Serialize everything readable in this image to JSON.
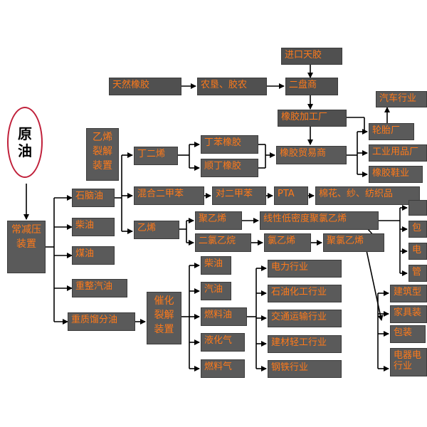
{
  "nodes": {
    "crude": "原油",
    "atm_distill": "常减压装置",
    "naphtha": "石脑油",
    "diesel": "柴油",
    "kerosene": "煤油",
    "reformed_gasoline": "重整汽油",
    "heavy_distillate": "重质馏分油",
    "ethylene_cracker": "乙烯裂解装置",
    "butadiene": "丁二烯",
    "mixed_xylene": "混合二甲苯",
    "ethylene": "乙烯",
    "sbr": "丁苯橡胶",
    "br": "顺丁橡胶",
    "rubber_trade": "橡胶贸易商",
    "para_xylene": "对二甲苯",
    "pta": "PTA",
    "textiles": "棉花、纱、纺织品",
    "polyethylene": "聚乙烯",
    "lldpe": "线性低密度聚氯乙烯",
    "dichloroethane": "二氯乙烷",
    "vcm": "氯乙烯",
    "pvc": "聚氯乙烯",
    "natural_rubber": "天然橡胶",
    "farm_cooperative": "农垦、胶农",
    "wholesaler": "二盘商",
    "import_rubber": "进口天胶",
    "rubber_processing": "橡胶加工厂",
    "auto_industry": "汽车行业",
    "tire_factory": "轮胎厂",
    "industrial_goods": "工业用品厂",
    "rubber_shoes": "橡胶鞋业",
    "film_edge": "",
    "packaging_edge": "包",
    "electric_edge": "电",
    "pipe_edge": "管",
    "cat_cracker": "催化裂解装置",
    "cc_diesel": "柴油",
    "cc_gasoline": "汽油",
    "fuel_oil": "燃料油",
    "lpg": "液化气",
    "fuel_gas": "燃料气",
    "power_industry": "电力行业",
    "petrochem_industry": "石油化工行业",
    "transport_industry": "交通运输行业",
    "building_light_industry": "建材轻工行业",
    "steel_industry": "钢铁行业",
    "building_profiles": "建筑型",
    "furniture": "家具装",
    "packaging": "包装",
    "electrical_industry": "电器电行业"
  },
  "colors": {
    "box_fill": "#5a5a5a",
    "box_text": "#ff7a1a",
    "line": "#000000",
    "crude_border": "#c0203a"
  }
}
